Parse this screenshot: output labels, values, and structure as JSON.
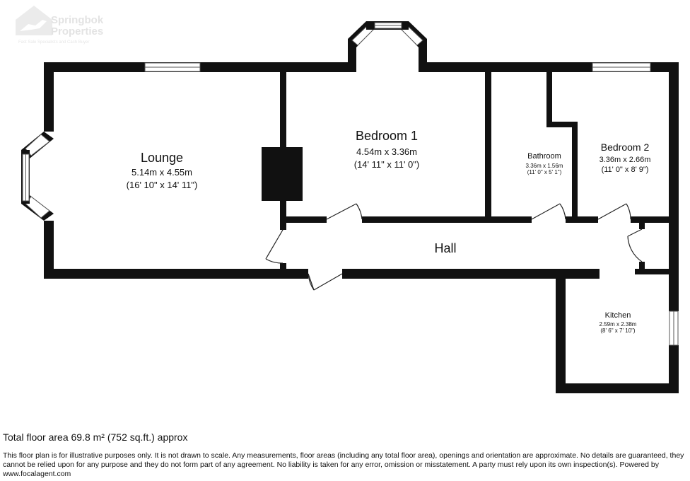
{
  "logo": {
    "name_line1": "Springbok",
    "name_line2": "Properties",
    "tagline": "Fast Sale Specialists and Cash Buyer"
  },
  "rooms": {
    "lounge": {
      "name": "Lounge",
      "metric": "5.14m x 4.55m",
      "imperial": "(16' 10\" x 14' 11\")"
    },
    "bedroom1": {
      "name": "Bedroom 1",
      "metric": "4.54m x 3.36m",
      "imperial": "(14' 11\" x 11' 0\")"
    },
    "bathroom": {
      "name": "Bathroom",
      "metric": "3.36m x 1.56m",
      "imperial": "(11' 0\" x 5' 1\")"
    },
    "bedroom2": {
      "name": "Bedroom 2",
      "metric": "3.36m x 2.66m",
      "imperial": "(11' 0\" x 8' 9\")"
    },
    "hall": {
      "name": "Hall"
    },
    "kitchen": {
      "name": "Kitchen",
      "metric": "2.59m x 2.38m",
      "imperial": "(8' 6\" x 7' 10\")"
    }
  },
  "footer": {
    "total_area": "Total floor area 69.8 m² (752 sq.ft.) approx",
    "disclaimer": "This floor plan is for illustrative purposes only. It is not drawn to scale. Any measurements, floor areas (including any total floor area), openings and orientation are approximate. No details are guaranteed, they cannot be relied upon for any purpose and they do not form part of any agreement. No liability is taken for any error, omission or misstatement. A party must rely upon its own inspection(s). Powered by www.focalagent.com"
  },
  "colors": {
    "wall": "#111111",
    "window": "#666666",
    "logo": "#e3e3e3"
  }
}
